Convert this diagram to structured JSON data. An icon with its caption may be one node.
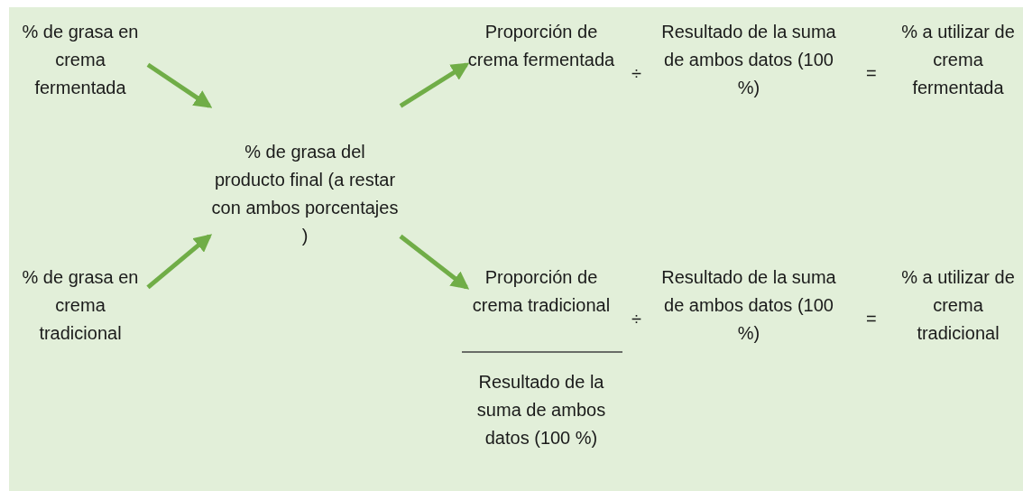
{
  "diagram": {
    "nodes": [
      {
        "text": [
          "% de grasa en crema fermentada"
        ]
      },
      {
        "text": [
          "% de grasa en crema tradicional"
        ]
      },
      {
        "text": [
          "% de grasa del producto final (a restar con ambos porcentajes )"
        ]
      },
      {
        "text": [
          "Proporción de crema fermentada"
        ]
      },
      {
        "text": [
          "Resultado de la suma de ambos datos (100 %)"
        ]
      },
      {
        "text": [
          "% a utilizar de crema fermentada"
        ]
      },
      {
        "text": [
          "Proporción de crema tradicional"
        ]
      },
      {
        "text": [
          "Resultado de la suma de ambos datos (100 %)"
        ]
      },
      {
        "text": [
          "% a utilizar de crema tradicional"
        ]
      },
      {
        "text": [
          "Resultado de la suma de ambos datos (100 %)"
        ]
      }
    ],
    "edges": [
      {
        "from": 0,
        "to": 2,
        "arrow": "to"
      },
      {
        "from": 1,
        "to": 2,
        "arrow": "to"
      },
      {
        "from": 2,
        "to": 3,
        "arrow": "to"
      },
      {
        "from": 2,
        "to": 6,
        "arrow": "to"
      }
    ],
    "labels": [
      "÷",
      "=",
      "÷",
      "="
    ]
  }
}
